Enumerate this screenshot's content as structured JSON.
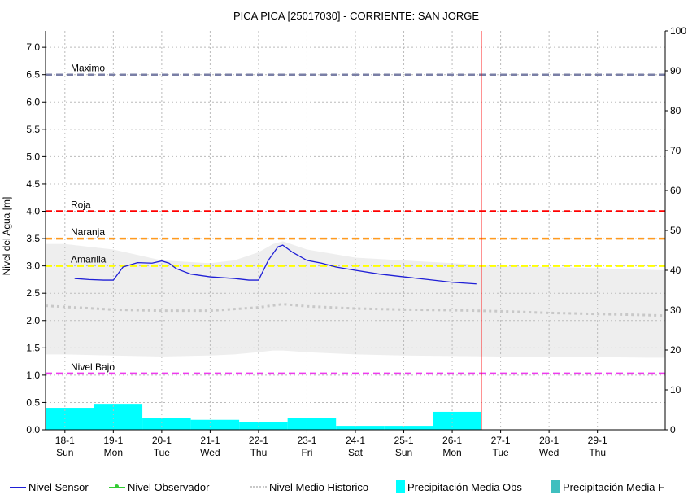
{
  "chart_data": {
    "type": "line",
    "title": "PICA PICA   [25017030] - CORRIENTE: SAN JORGE",
    "ylabel": "Nivel del Agua [m]",
    "ylabel_visible": "Nivel del Agua [m]",
    "xlabel": "",
    "x_ticks": [
      {
        "day": "18-1",
        "weekday": "Sun"
      },
      {
        "day": "19-1",
        "weekday": "Mon"
      },
      {
        "day": "20-1",
        "weekday": "Tue"
      },
      {
        "day": "21-1",
        "weekday": "Wed"
      },
      {
        "day": "22-1",
        "weekday": "Thu"
      },
      {
        "day": "23-1",
        "weekday": "Fri"
      },
      {
        "day": "24-1",
        "weekday": "Sat"
      },
      {
        "day": "25-1",
        "weekday": "Sun"
      },
      {
        "day": "26-1",
        "weekday": "Mon"
      },
      {
        "day": "27-1",
        "weekday": "Tue"
      },
      {
        "day": "28-1",
        "weekday": "Wed"
      },
      {
        "day": "29-1",
        "weekday": "Thu"
      }
    ],
    "xlim": [
      17.6,
      30.4
    ],
    "ylim": [
      0,
      7.3
    ],
    "y_ticks": [
      "0.0",
      "0.5",
      "1.0",
      "1.5",
      "2.0",
      "2.5",
      "3.0",
      "3.5",
      "4.0",
      "4.5",
      "5.0",
      "5.5",
      "6.0",
      "6.5",
      "7.0"
    ],
    "y2lim": [
      0,
      100
    ],
    "y2_ticks": [
      "0",
      "10",
      "20",
      "30",
      "40",
      "50",
      "60",
      "70",
      "80",
      "90",
      "100"
    ],
    "grid": true,
    "legend_placement": "bottom",
    "current_time_x": 26.6,
    "thresholds": [
      {
        "name": "Maximo",
        "value": 6.5,
        "color": "#7a7fa6"
      },
      {
        "name": "Roja",
        "value": 4.0,
        "color": "#ff0000"
      },
      {
        "name": "Naranja",
        "value": 3.5,
        "color": "#ff9a1f"
      },
      {
        "name": "Amarilla",
        "value": 3.0,
        "color": "#ffff00"
      },
      {
        "name": "Nivel Bajo",
        "value": 1.03,
        "color": "#ee3bee"
      }
    ],
    "historic_band": {
      "x": [
        17.6,
        18,
        19,
        20,
        21,
        21.5,
        22,
        22.3,
        22.5,
        23,
        24,
        25,
        26,
        27,
        28,
        29,
        30,
        30.4
      ],
      "upper": [
        3.4,
        3.4,
        3.3,
        3.1,
        3.05,
        3.1,
        3.25,
        3.4,
        3.45,
        3.3,
        3.15,
        3.1,
        3.05,
        3.0,
        2.98,
        2.96,
        2.93,
        2.92
      ],
      "lower": [
        1.38,
        1.38,
        1.36,
        1.34,
        1.36,
        1.38,
        1.42,
        1.45,
        1.45,
        1.42,
        1.38,
        1.36,
        1.35,
        1.34,
        1.34,
        1.33,
        1.32,
        1.32
      ]
    },
    "series": [
      {
        "name": "Nivel Sensor",
        "color": "#1f1fd6",
        "x": [
          18.2,
          18.5,
          18.8,
          19.0,
          19.2,
          19.5,
          19.8,
          20.0,
          20.15,
          20.3,
          20.6,
          21.0,
          21.5,
          21.8,
          22.0,
          22.2,
          22.4,
          22.5,
          22.7,
          23.0,
          23.3,
          23.6,
          24.0,
          24.5,
          25.0,
          25.5,
          26.0,
          26.5
        ],
        "values": [
          2.77,
          2.75,
          2.74,
          2.74,
          2.98,
          3.06,
          3.05,
          3.09,
          3.05,
          2.95,
          2.85,
          2.8,
          2.77,
          2.74,
          2.74,
          3.1,
          3.35,
          3.38,
          3.25,
          3.1,
          3.05,
          2.98,
          2.92,
          2.85,
          2.8,
          2.75,
          2.7,
          2.67
        ]
      },
      {
        "name": "Nivel Observador",
        "color": "#33cc33",
        "x": [],
        "values": []
      },
      {
        "name": "Nivel Medio Historico",
        "color": "#c8c8c8",
        "x": [
          17.6,
          18,
          19,
          20,
          21,
          22,
          22.5,
          23,
          24,
          25,
          26,
          27,
          28,
          29,
          30,
          30.4
        ],
        "values": [
          2.27,
          2.25,
          2.2,
          2.18,
          2.18,
          2.24,
          2.3,
          2.26,
          2.22,
          2.2,
          2.19,
          2.17,
          2.14,
          2.12,
          2.1,
          2.09
        ]
      }
    ],
    "precipitation": {
      "name": "Precipitación Media Obs",
      "color": "#00ffff",
      "axis": "y2",
      "bars": [
        {
          "x_start": 17.6,
          "x_end": 18.6,
          "value": 5.5
        },
        {
          "x_start": 18.6,
          "x_end": 19.6,
          "value": 6.5
        },
        {
          "x_start": 19.6,
          "x_end": 20.6,
          "value": 3.0
        },
        {
          "x_start": 20.6,
          "x_end": 21.6,
          "value": 2.5
        },
        {
          "x_start": 21.6,
          "x_end": 22.6,
          "value": 2.0
        },
        {
          "x_start": 22.6,
          "x_end": 23.6,
          "value": 3.0
        },
        {
          "x_start": 23.6,
          "x_end": 24.6,
          "value": 1.0
        },
        {
          "x_start": 24.6,
          "x_end": 25.6,
          "value": 1.0
        },
        {
          "x_start": 25.6,
          "x_end": 26.6,
          "value": 4.5
        }
      ]
    },
    "legend": [
      {
        "label": "Nivel Sensor",
        "kind": "line",
        "color": "#1f1fd6"
      },
      {
        "label": "Nivel Observador",
        "kind": "line-marker",
        "color": "#33cc33"
      },
      {
        "label": "Nivel Medio Historico",
        "kind": "dotted",
        "color": "#c8c8c8"
      },
      {
        "label": "Precipitación Media Obs",
        "kind": "box",
        "color": "#00ffff"
      },
      {
        "label": "Precipitación Media F",
        "kind": "box",
        "color": "#3fbfbf"
      }
    ]
  }
}
